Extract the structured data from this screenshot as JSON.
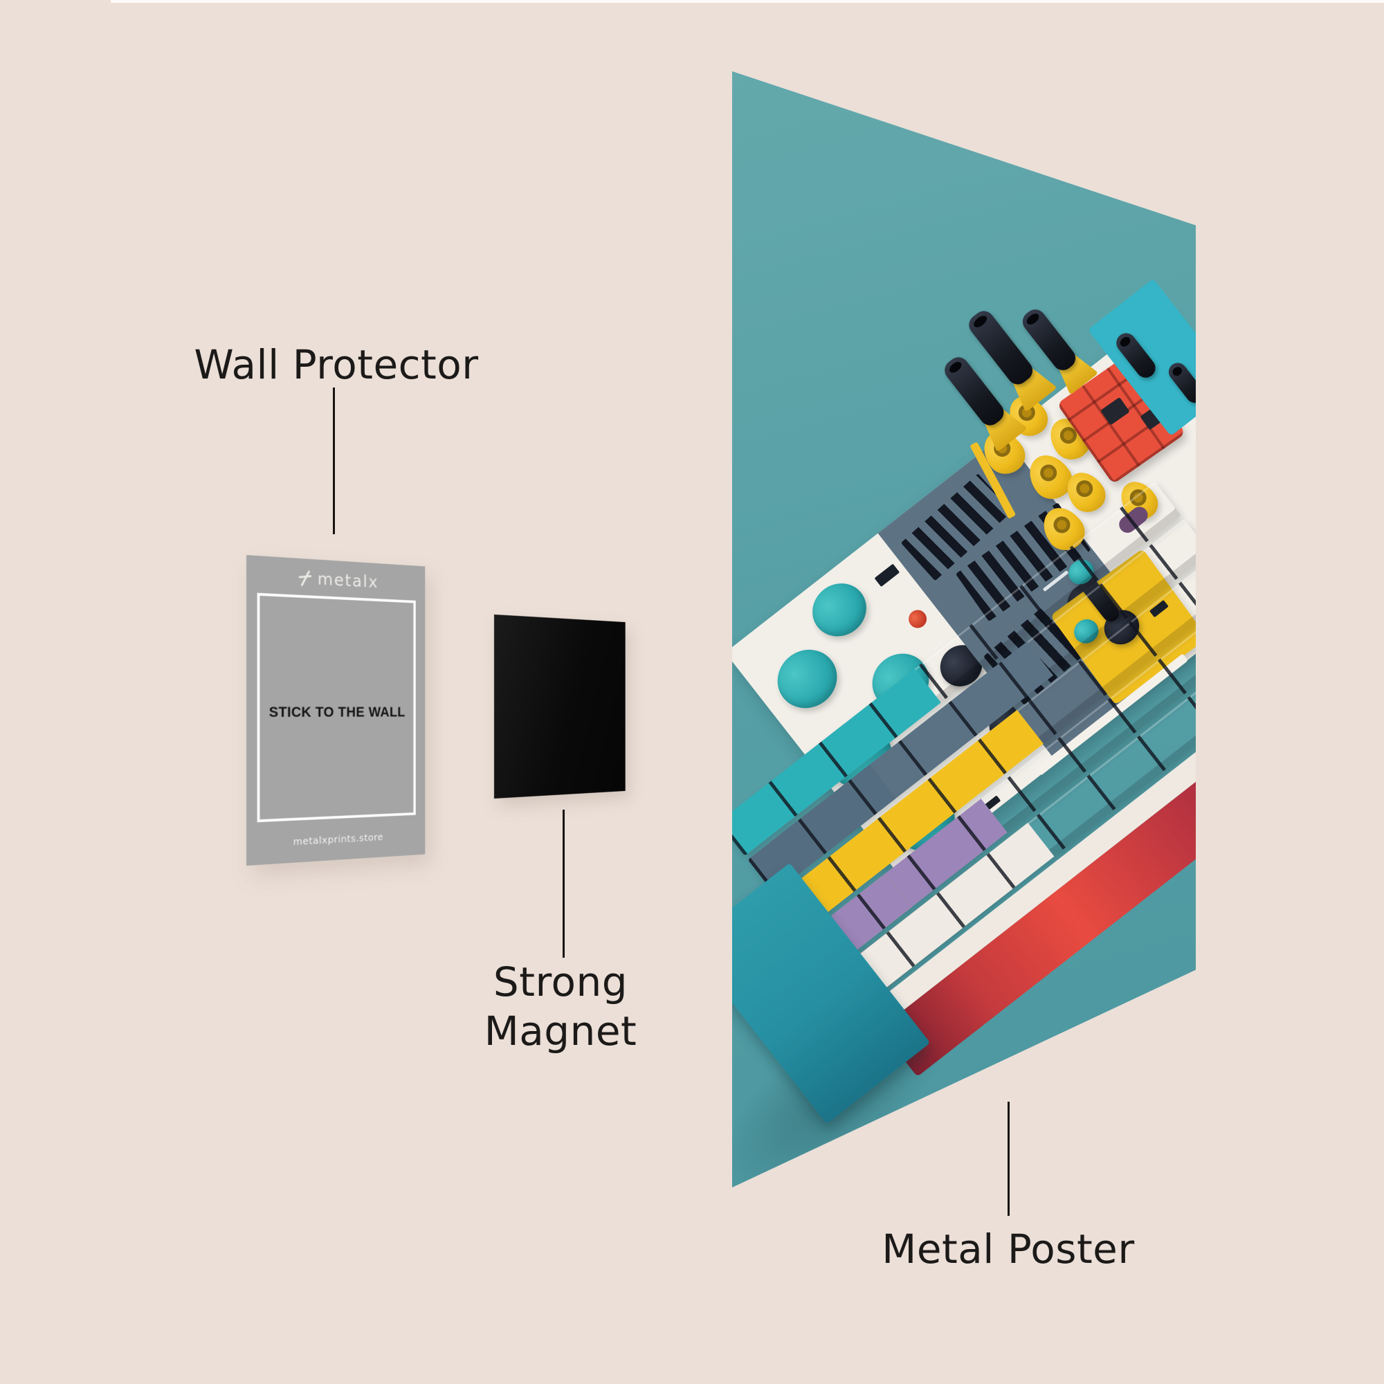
{
  "page": {
    "background_color": "#ebdfd7",
    "top_edge_strip_color": "#fcfbf9",
    "label_text_color": "#1c1a19"
  },
  "labels": {
    "wall_protector": "Wall Protector",
    "strong_magnet_line1": "Strong",
    "strong_magnet_line2": "Magnet",
    "metal_poster": "Metal Poster"
  },
  "wall_protector_card": {
    "brand_logo": "metalx",
    "message": "STICK TO THE WALL",
    "website": "metalxprints.store",
    "card_color": "#a5a5a5",
    "frame_color": "#fcfcfb"
  },
  "strong_magnet": {
    "color": "#0d0d0d"
  },
  "metal_poster": {
    "background_color": "#57a0a6",
    "artwork": "colorful-synthesizer-keyboard-illustration",
    "artwork_colors": {
      "panel_white": "#f2efe9",
      "panel_slate": "#5d7384",
      "knob_teal": "#2fb0b4",
      "key_yellow": "#f2c120",
      "key_red": "#e8503c",
      "key_purple": "#9c85b8",
      "block_cyan": "#35b5c7",
      "side_red": "#b03040",
      "end_cap_teal": "#2b96a8",
      "piano_black": "#121722"
    }
  }
}
